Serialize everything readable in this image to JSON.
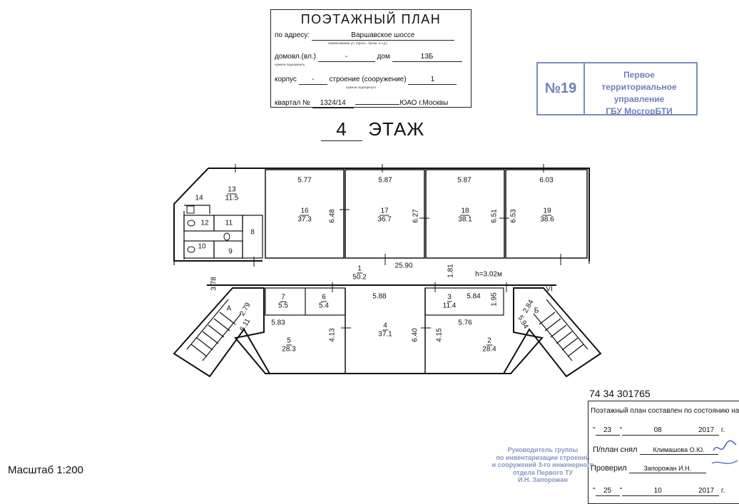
{
  "title_block": {
    "heading": "ПОЭТАЖНЫЙ ПЛАН",
    "address_label": "по адресу:",
    "address_value": "Варшавское шоссе",
    "address_hint": "наименование ул. (просп., бульв. и т.д.)",
    "domovl_label": "домовл.(вл.)",
    "domovl_value": "-",
    "domovl_hint": "нужное подчеркнуть",
    "dom_label": "дом",
    "dom_value": "13Б",
    "korpus_label": "корпус",
    "korpus_value": "-",
    "stroenie_label": "строение (сооружение)",
    "stroenie_value": "1",
    "stroenie_hint": "нужное подчеркнуть",
    "kvartal_label": "квартал №",
    "kvartal_value": "1324/14",
    "district": "ЮАО г.Москвы"
  },
  "stamp": {
    "number": "№19",
    "line1": "Первое территориальное",
    "line2": "управление",
    "line3": "ГБУ МосгорБТИ"
  },
  "floor": {
    "number": "4",
    "label": "ЭТАЖ"
  },
  "plan": {
    "rooms": [
      {
        "num": "13",
        "area": "11.5"
      },
      {
        "num": "14",
        "area": ""
      },
      {
        "num": "12",
        "area": ""
      },
      {
        "num": "11",
        "area": ""
      },
      {
        "num": "10",
        "area": ""
      },
      {
        "num": "9",
        "area": ""
      },
      {
        "num": "8",
        "area": ""
      },
      {
        "num": "16",
        "area": "37.3"
      },
      {
        "num": "17",
        "area": "36.7"
      },
      {
        "num": "18",
        "area": "38.1"
      },
      {
        "num": "19",
        "area": "38.6"
      },
      {
        "num": "1",
        "area": "50.2"
      },
      {
        "num": "7",
        "area": "5.5"
      },
      {
        "num": "6",
        "area": "5.4"
      },
      {
        "num": "3",
        "area": "11.4"
      },
      {
        "num": "4",
        "area": "37.1"
      },
      {
        "num": "5",
        "area": "28.3"
      },
      {
        "num": "2",
        "area": "28.4"
      }
    ],
    "dims": [
      "5.77",
      "5.87",
      "5.87",
      "6.03",
      "6.48",
      "6.27",
      "6.51",
      "6.53",
      "25.90",
      "1.81",
      "3.78",
      "5.88",
      "5.84",
      "1.95",
      "5.83",
      "4.13",
      "6.40",
      "4.15",
      "5.76",
      "2.79",
      "6.11",
      "2.84",
      "5.94"
    ],
    "height_note": "h=3.02м",
    "stair_a": "А",
    "stair_b": "Б",
    "roman": "VI"
  },
  "cadastral_number": "74 34 301765",
  "state_box": {
    "line1": "Поэтажный план составлен по состоянию на",
    "date1_day": "23",
    "date1_month": "08",
    "date1_year": "2017",
    "year_suffix": "г.",
    "taken_label": "П/план снял",
    "taken_name": "Климашова О.Ю.",
    "checked_label": "Проверил",
    "checked_name": "Запорожан И.Н.",
    "date2_day": "25",
    "date2_month": "10",
    "date2_year": "2017"
  },
  "signature_stamp": {
    "line1": "Руководитель группы",
    "line2": "по инвентаризации строений",
    "line3": "и сооружений 3-го инженерного",
    "line4": "отдела Первого ТУ",
    "line5": "И.Н. Запорожан"
  },
  "scale": "Масштаб 1:200",
  "colors": {
    "stamp_blue": "#7b8cc0",
    "ink": "#111111"
  }
}
